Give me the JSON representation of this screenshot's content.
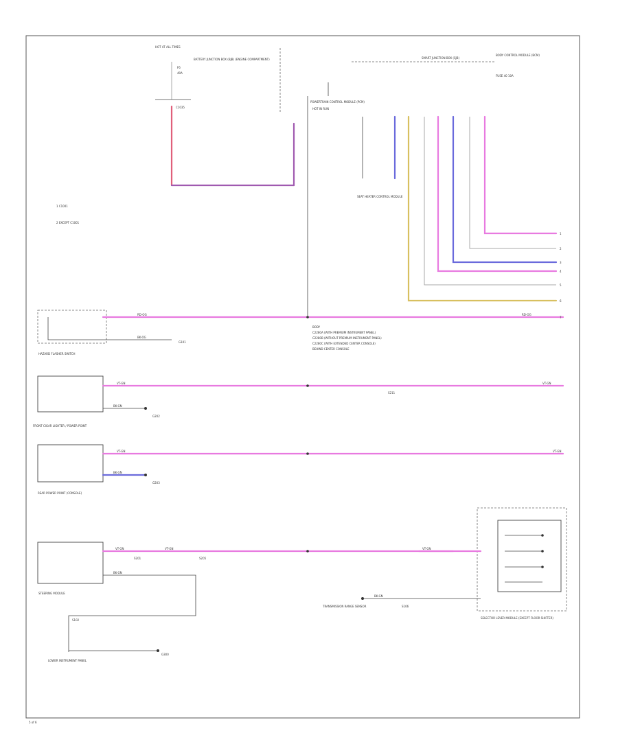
{
  "texts": {
    "hot_at_all_times": "HOT AT ALL TIMES",
    "battery_junction": "BATTERY JUNCTION BOX (BJB) (ENGINE COMPARTMENT)",
    "fuse_f6": "F6",
    "fuse_f6_rating": "40A",
    "sw_c1": "C1035",
    "pcm_top": "POWERTRAIN CONTROL MODULE (PCM)",
    "pcm_hot": "HOT IN RUN",
    "bcm_title": "BODY CONTROL MODULE (BCM)",
    "bcm_fuse": "FUSE 40 10A",
    "smart_junction": "SMART JUNCTION BOX (SJB)",
    "seat_heater_module": "SEAT HEATER CONTROL MODULE",
    "legend_1": "1  C1001",
    "legend_2": "2  EXCEPT C1001",
    "pin_1": "1",
    "pin_2": "2",
    "pin_3": "3",
    "pin_4": "4",
    "pin_5": "5",
    "pin_6": "6",
    "pin_7": "7",
    "hazard_switch": "HAZARD FLASHER SWITCH",
    "hazard_wire": "RD-OG",
    "hazard_wire_right": "RD-OG",
    "hazard_ground": "BK-OG",
    "hazard_gnd_ref": "G101",
    "center_note_1": "BODY",
    "center_note_2": "C2280A (WITH PREMIUM INSTRUMENT PANEL)",
    "center_note_3": "C2280B (WITHOUT PREMIUM INSTRUMENT PANEL)",
    "center_note_4": "C2280C (WITH EXTENDED CENTER CONSOLE)",
    "center_note_5": "BEHIND CENTER CONSOLE",
    "front_lighter": "FRONT CIGAR LIGHTER / POWER POINT",
    "front_wire": "VT-GN",
    "front_wire_right": "VT-GN",
    "front_splice": "S211",
    "front_ground": "BK-GN",
    "front_gnd_ref": "G202",
    "rear_power_point": "REAR POWER POINT (CONSOLE)",
    "rear_wire": "VT-GN",
    "rear_wire_right": "VT-GN",
    "rear_ground": "BK-GN",
    "rear_gnd_ref": "G203",
    "steering_module": "STEERING MODULE",
    "steer_wire": "VT-GN",
    "steer_wire_2": "VT-GN",
    "steer_splice": "S201",
    "steer_splice_2": "S205",
    "steer_ground": "BK-GN",
    "selector_module": "SELECTOR LEVER MODULE (EXCEPT FLOOR SHIFTER)",
    "selector_wire": "VT-GN",
    "selector_ground": "BK-GN",
    "trans_note": "TRANSMISSION RANGE SENSOR",
    "trans_splice": "S106",
    "lower_ground_ref": "G300",
    "lower_splice": "S102",
    "lower_note": "LOWER INSTRUMENT PANEL",
    "page_number": "5 of 6"
  },
  "colors": {
    "frame": "#555555",
    "red": "#e0607a",
    "pink": "#e87ae0",
    "purple": "#a05ab0",
    "blue": "#6a6adc",
    "yellow": "#d8c060",
    "gray": "#b0b0b0",
    "black": "#444444"
  }
}
